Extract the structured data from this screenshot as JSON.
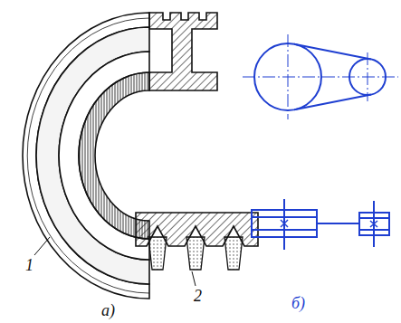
{
  "diagram": {
    "labels": [
      "1",
      "2",
      "а)",
      "б)"
    ]
  }
}
